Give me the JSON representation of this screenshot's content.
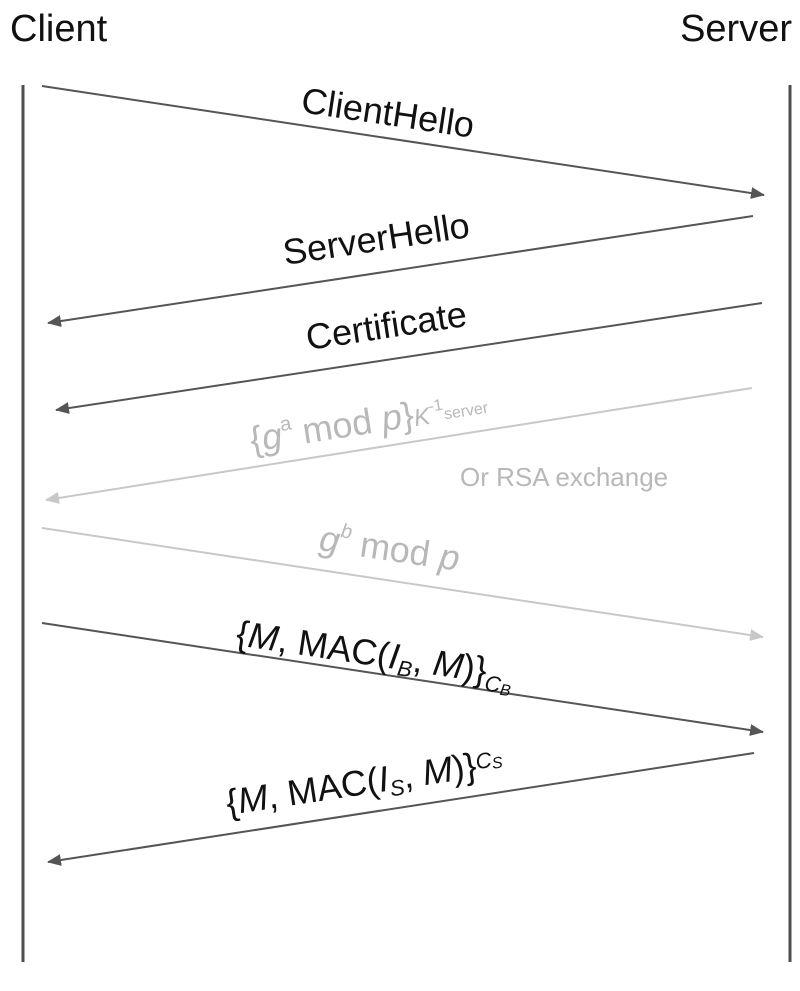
{
  "parties": {
    "client": "Client",
    "server": "Server"
  },
  "colors": {
    "lifeline": "#4d4d4d",
    "dark": "#555555",
    "light": "#c8c8c8",
    "text_dark": "#111111",
    "text_light": "#b8b8b8"
  },
  "messages": [
    {
      "id": "client-hello",
      "direction": "client-to-server",
      "style": "dark",
      "label": "ClientHello"
    },
    {
      "id": "server-hello",
      "direction": "server-to-client",
      "style": "dark",
      "label": "ServerHello"
    },
    {
      "id": "certificate",
      "direction": "server-to-client",
      "style": "dark",
      "label": "Certificate"
    },
    {
      "id": "server-key-share",
      "direction": "server-to-client",
      "style": "light",
      "label_parts": {
        "open": "{",
        "g": "g",
        "a": "a",
        "mod": " mod ",
        "p": "p",
        "close": "}",
        "K": "K",
        "inv": "-1",
        "server": "server"
      }
    },
    {
      "id": "client-key-share",
      "direction": "client-to-server",
      "style": "light",
      "label_parts": {
        "g": "g",
        "b": "b",
        "mod": " mod ",
        "p": "p"
      }
    },
    {
      "id": "client-finished",
      "direction": "client-to-server",
      "style": "dark",
      "label_parts": {
        "open": "{",
        "M": "M",
        "mac": ", MAC(",
        "I": "I",
        "sub": "B",
        "comma": ", ",
        "M2": "M",
        "close": ")}",
        "C": "C",
        "csub": "B"
      }
    },
    {
      "id": "server-finished",
      "direction": "server-to-client",
      "style": "dark",
      "label_parts": {
        "open": "{",
        "M": "M",
        "mac": ", MAC(",
        "I": "I",
        "sub": "S",
        "comma": ", ",
        "M2": "M",
        "close": ")}",
        "C": "C",
        "csub": "S"
      }
    }
  ],
  "note": "Or RSA exchange"
}
